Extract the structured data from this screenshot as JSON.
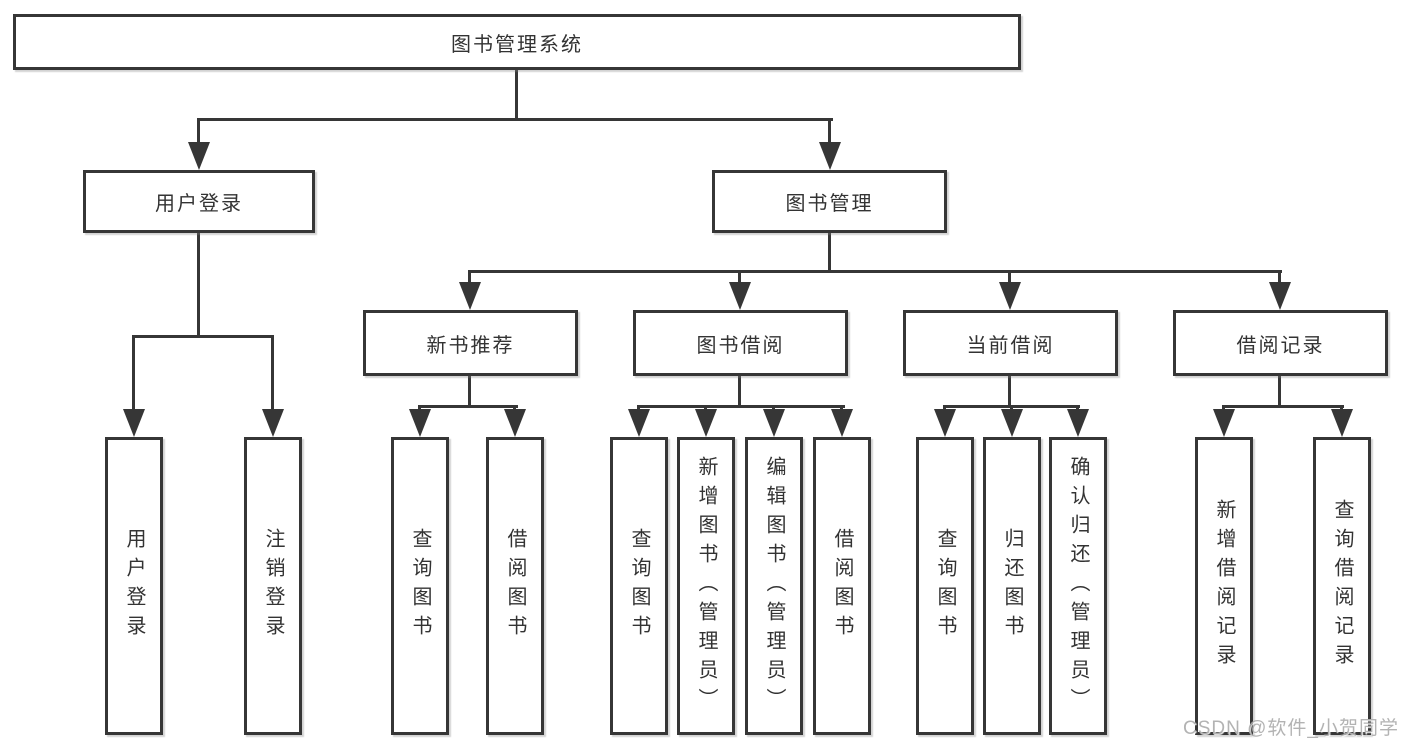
{
  "diagram": {
    "title": "图书管理系统",
    "level2": {
      "user_login": "用户登录",
      "book_management": "图书管理"
    },
    "level3": {
      "new_book_recommendation": "新书推荐",
      "book_borrowing": "图书借阅",
      "current_borrowing": "当前借阅",
      "borrowing_records": "借阅记录"
    },
    "leaves": {
      "user_login": [
        "用户登录",
        "注销登录"
      ],
      "new_book_recommendation": [
        "查询图书",
        "借阅图书"
      ],
      "book_borrowing": [
        "查询图书",
        "新增图书（管理员）",
        "编辑图书（管理员）",
        "借阅图书"
      ],
      "current_borrowing": [
        "查询图书",
        "归还图书",
        "确认归还（管理员）"
      ],
      "borrowing_records": [
        "新增借阅记录",
        "查询借阅记录"
      ]
    },
    "watermark": "CSDN @软件_小贺同学",
    "colors": {
      "line": "#363636",
      "text": "#333333",
      "watermark": "#acacac",
      "background": "#ffffff"
    }
  }
}
